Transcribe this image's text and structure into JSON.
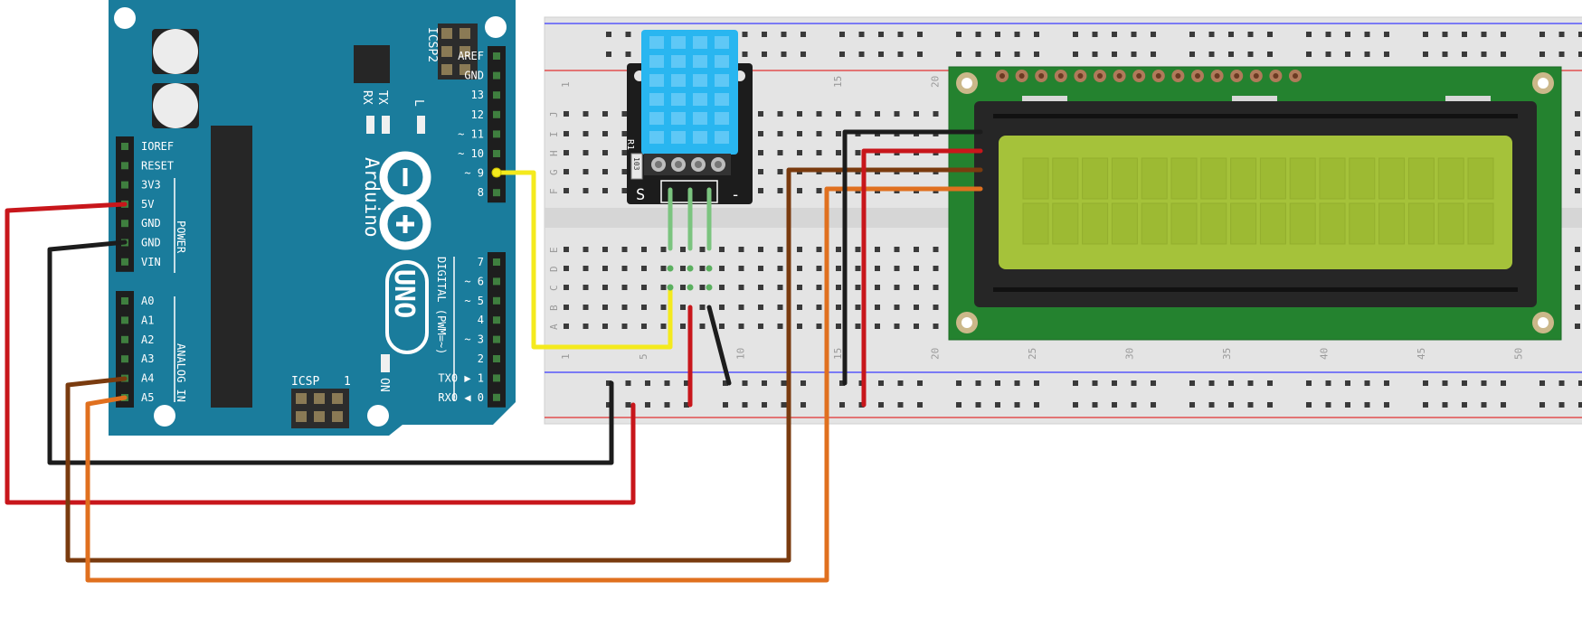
{
  "arduino": {
    "brand": "Arduino",
    "model": "UNO",
    "icsp_label": "ICSP",
    "icsp2_label": "ICSP2",
    "icsp_pin1": "1",
    "led_tx": "TX",
    "led_rx": "RX",
    "led_l": "L",
    "led_on": "ON",
    "power_section": "POWER",
    "analog_section": "ANALOG IN",
    "digital_section": "DIGITAL (PWM=~)",
    "power_pins": [
      "IOREF",
      "RESET",
      "3V3",
      "5V",
      "GND",
      "GND",
      "VIN"
    ],
    "analog_pins": [
      "A0",
      "A1",
      "A2",
      "A3",
      "A4",
      "A5"
    ],
    "digital_pins_top": [
      "AREF",
      "GND",
      "13",
      "12",
      "~ 11",
      "~ 10",
      "~ 9",
      "8"
    ],
    "digital_pins_bottom": [
      "7",
      "~ 6",
      "~ 5",
      "4",
      "~ 3",
      "2",
      "TX0 ▶ 1",
      "RX0 ◀ 0"
    ]
  },
  "breadboard": {
    "column_numbers": [
      "1",
      "5",
      "10",
      "15",
      "20",
      "25",
      "30",
      "35",
      "40",
      "45",
      "50"
    ],
    "row_letters_top": [
      "J",
      "I",
      "H",
      "G",
      "F"
    ],
    "row_letters_bottom": [
      "E",
      "D",
      "C",
      "B",
      "A"
    ]
  },
  "sensor": {
    "pin_label_signal": "S",
    "pin_label_minus": "-",
    "resistor_label": "R1",
    "resistor_value": "103"
  },
  "colors": {
    "board": "#1a7c9c",
    "breadboard": "#e4e4e4",
    "lcd_pcb": "#24822f",
    "lcd_screen": "#a5c23a",
    "sensor_body": "#29b6f0",
    "wire_red": "#c8161b",
    "wire_black": "#1c1c1c",
    "wire_yellow": "#f4ea1d",
    "wire_brown": "#7a3b0f",
    "wire_orange": "#e0701f",
    "wire_green": "#7bc47f"
  }
}
